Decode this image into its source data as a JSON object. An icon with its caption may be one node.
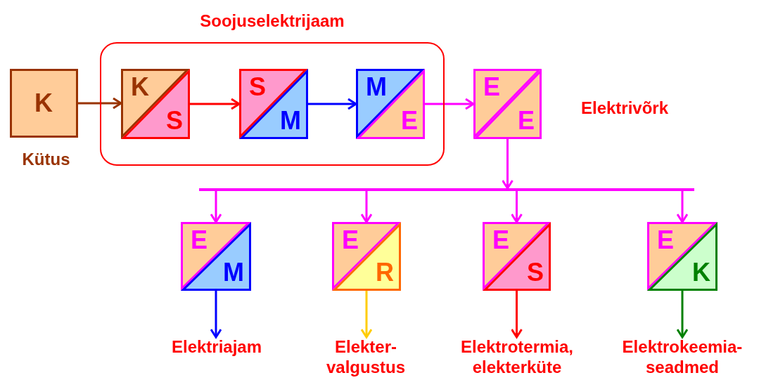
{
  "diagram": {
    "nodes": [
      {
        "text": [
          "Soojuselektrijaam"
        ]
      },
      {
        "text": [
          "K"
        ],
        "beside": [
          "Kütus"
        ]
      },
      {
        "text": [
          "K",
          "S"
        ],
        "in": 0
      },
      {
        "text": [
          "S",
          "M"
        ],
        "in": 0
      },
      {
        "text": [
          "M",
          "E"
        ],
        "in": 0
      },
      {
        "text": [
          "E",
          "E"
        ],
        "beside": [
          "Elektrivõrk"
        ]
      },
      {
        "text": [],
        "shape": "bar"
      },
      {
        "text": [
          "E",
          "M"
        ]
      },
      {
        "text": [
          "E",
          "R"
        ]
      },
      {
        "text": [
          "E",
          "S"
        ]
      },
      {
        "text": [
          "E",
          "K"
        ]
      },
      {
        "text": [
          "Elektriajam"
        ]
      },
      {
        "text": [
          "Elekter- valgustus"
        ]
      },
      {
        "text": [
          "Elektrotermia, elekterküte"
        ]
      },
      {
        "text": [
          "Elektrokeemia- seadmed"
        ]
      }
    ],
    "edges": [
      {
        "from": 1,
        "to": 2,
        "arrow": "to",
        "color": "#993300"
      },
      {
        "from": 2,
        "to": 3,
        "arrow": "to",
        "color": "#ff0000"
      },
      {
        "from": 3,
        "to": 4,
        "arrow": "to",
        "color": "#0000ff"
      },
      {
        "from": 4,
        "to": 5,
        "arrow": "to"
      },
      {
        "from": 5,
        "to": 6,
        "arrow": "to"
      },
      {
        "from": 6,
        "to": 7,
        "arrow": "to"
      },
      {
        "from": 6,
        "to": 8,
        "arrow": "to"
      },
      {
        "from": 6,
        "to": 9,
        "arrow": "to"
      },
      {
        "from": 6,
        "to": 10,
        "arrow": "to"
      },
      {
        "from": 7,
        "to": 11,
        "arrow": "to",
        "color": "#0000ff"
      },
      {
        "from": 8,
        "to": 12,
        "arrow": "to",
        "color": "#ffcc00"
      },
      {
        "from": 9,
        "to": 13,
        "arrow": "to",
        "color": "#ff0000"
      },
      {
        "from": 10,
        "to": 14,
        "arrow": "to",
        "color": "#008000"
      }
    ]
  }
}
